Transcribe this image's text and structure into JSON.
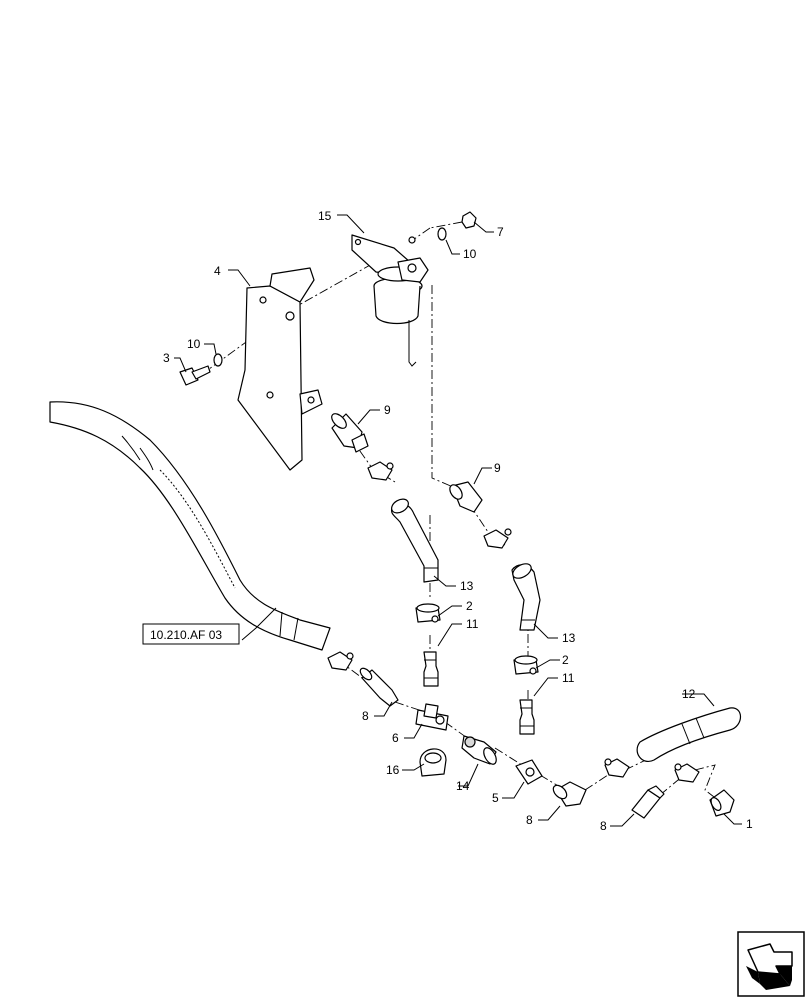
{
  "callouts": {
    "c15": "15",
    "c7": "7",
    "c10a": "10",
    "c4": "4",
    "c10b": "10",
    "c3": "3",
    "c9a": "9",
    "c9b": "9",
    "c13a": "13",
    "c2a": "2",
    "c11a": "11",
    "c13b": "13",
    "c2b": "2",
    "c11b": "11",
    "c12": "12",
    "c8a": "8",
    "c6": "6",
    "c16": "16",
    "c14": "14",
    "c5": "5",
    "c8b": "8",
    "c8c": "8",
    "c1": "1"
  },
  "reference_label": "10.210.AF 03",
  "icons": {
    "navigation": "next-page-arrow-icon"
  }
}
